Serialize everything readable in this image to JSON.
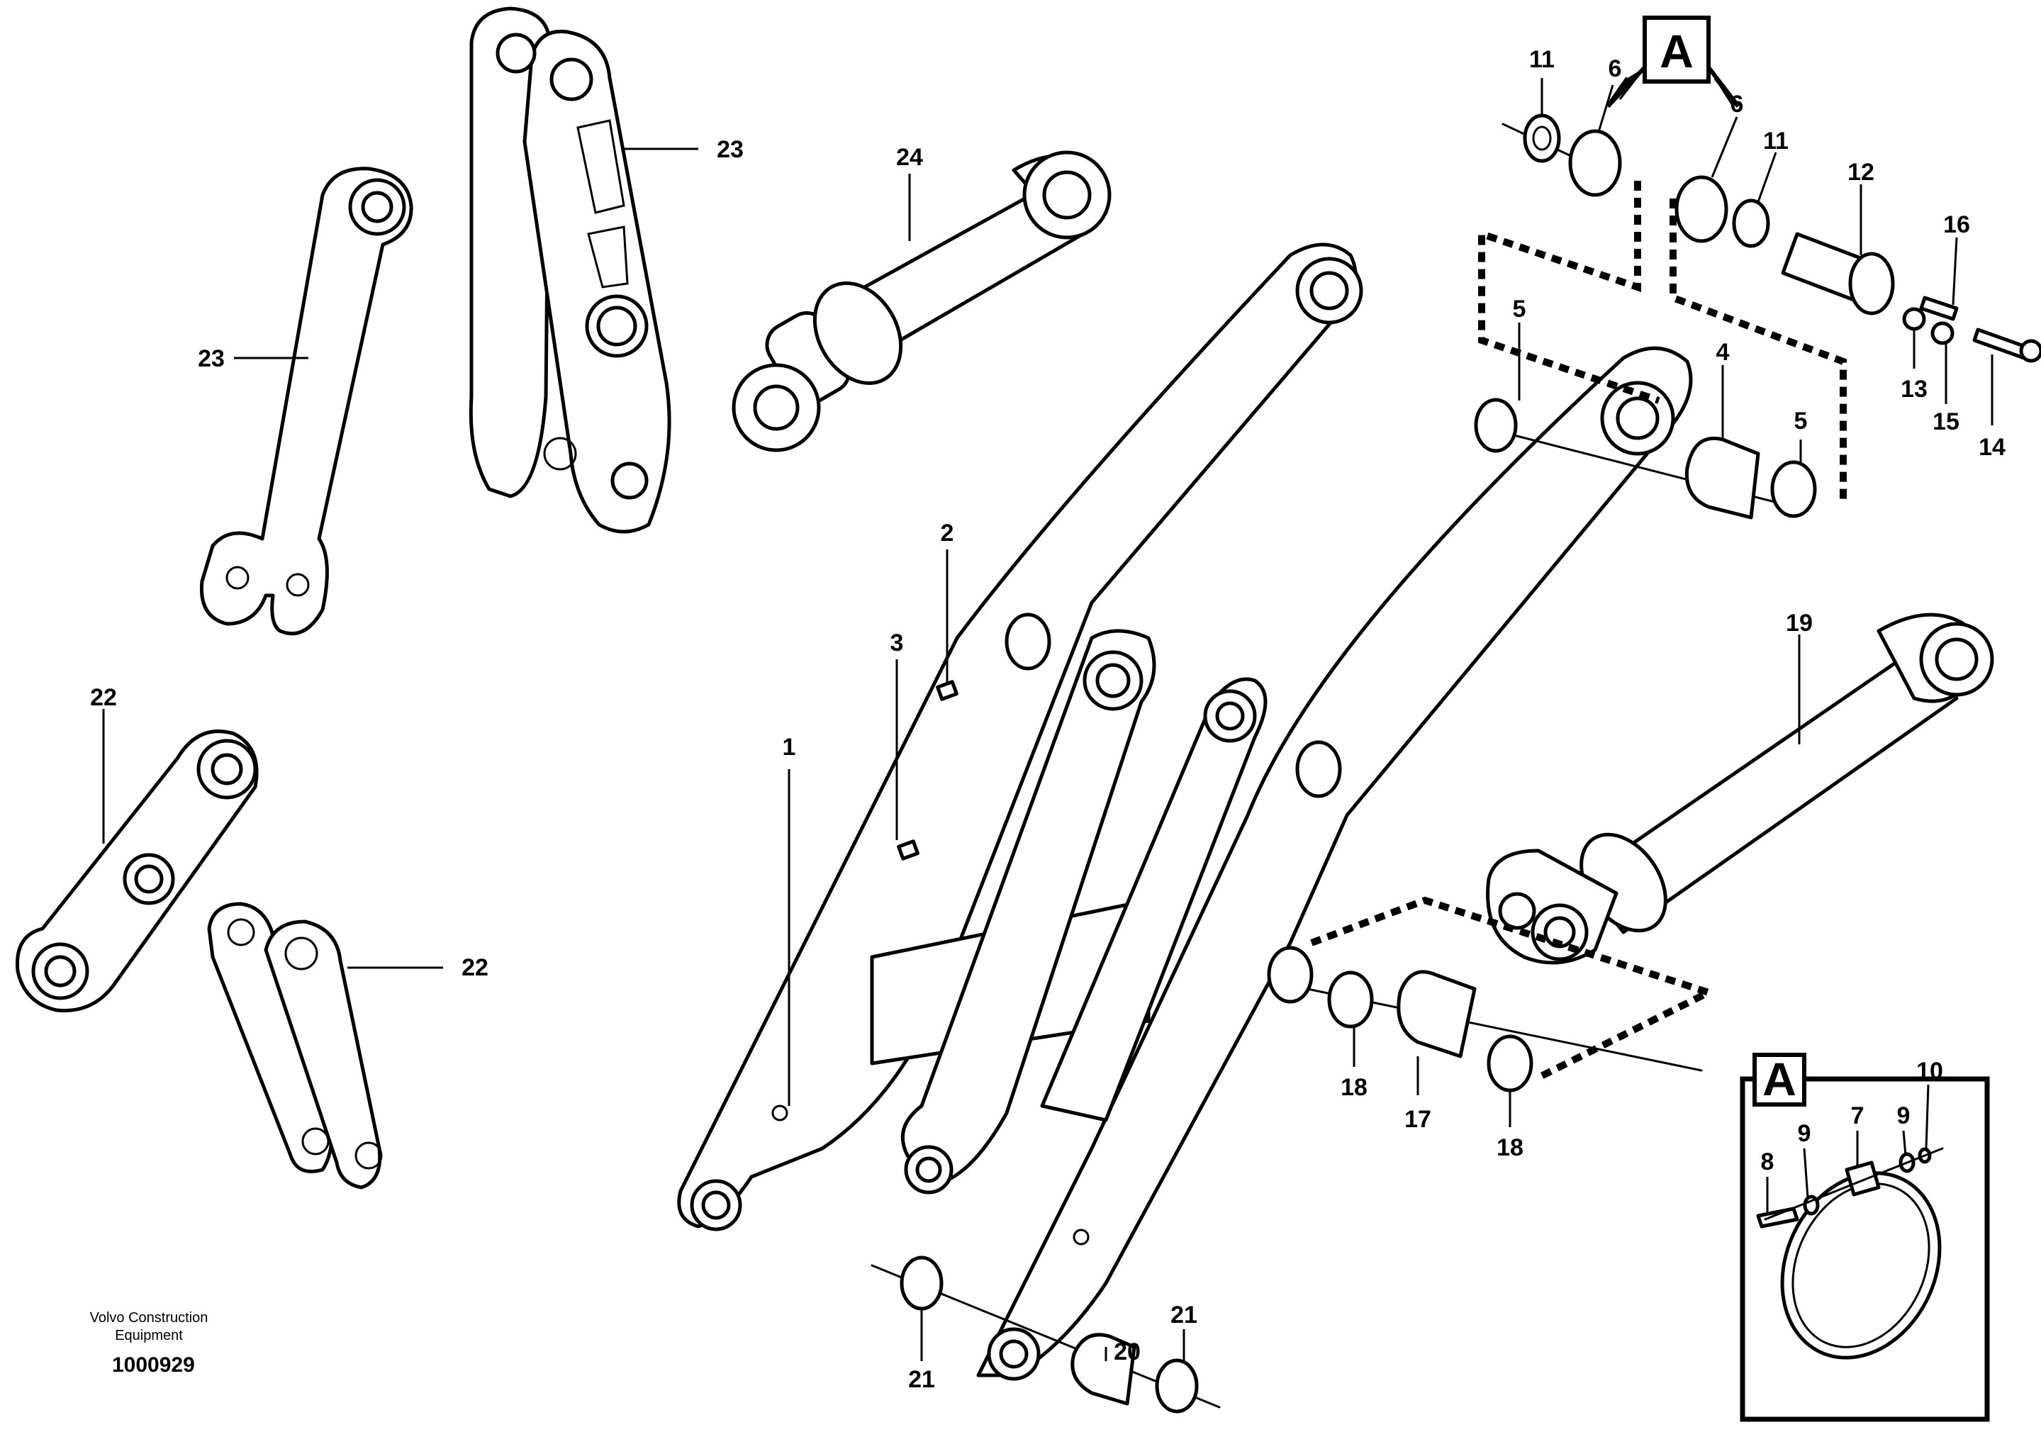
{
  "callouts": {
    "c1": "1",
    "c2": "2",
    "c3": "3",
    "c4": "4",
    "c5a": "5",
    "c5b": "5",
    "c6a": "6",
    "c6b": "6",
    "c7": "7",
    "c8": "8",
    "c9a": "9",
    "c9b": "9",
    "c10": "10",
    "c11a": "11",
    "c11b": "11",
    "c12": "12",
    "c13": "13",
    "c14": "14",
    "c15": "15",
    "c16": "16",
    "c17": "17",
    "c18a": "18",
    "c18b": "18",
    "c19": "19",
    "c20": "20",
    "c21a": "21",
    "c21b": "21",
    "c22a": "22",
    "c22b": "22",
    "c23a": "23",
    "c23b": "23",
    "c24": "24"
  },
  "detail_marker": "A",
  "inset_marker": "A",
  "footer": {
    "company_line1": "Volvo Construction",
    "company_line2": "Equipment",
    "drawing_number": "1000929"
  }
}
